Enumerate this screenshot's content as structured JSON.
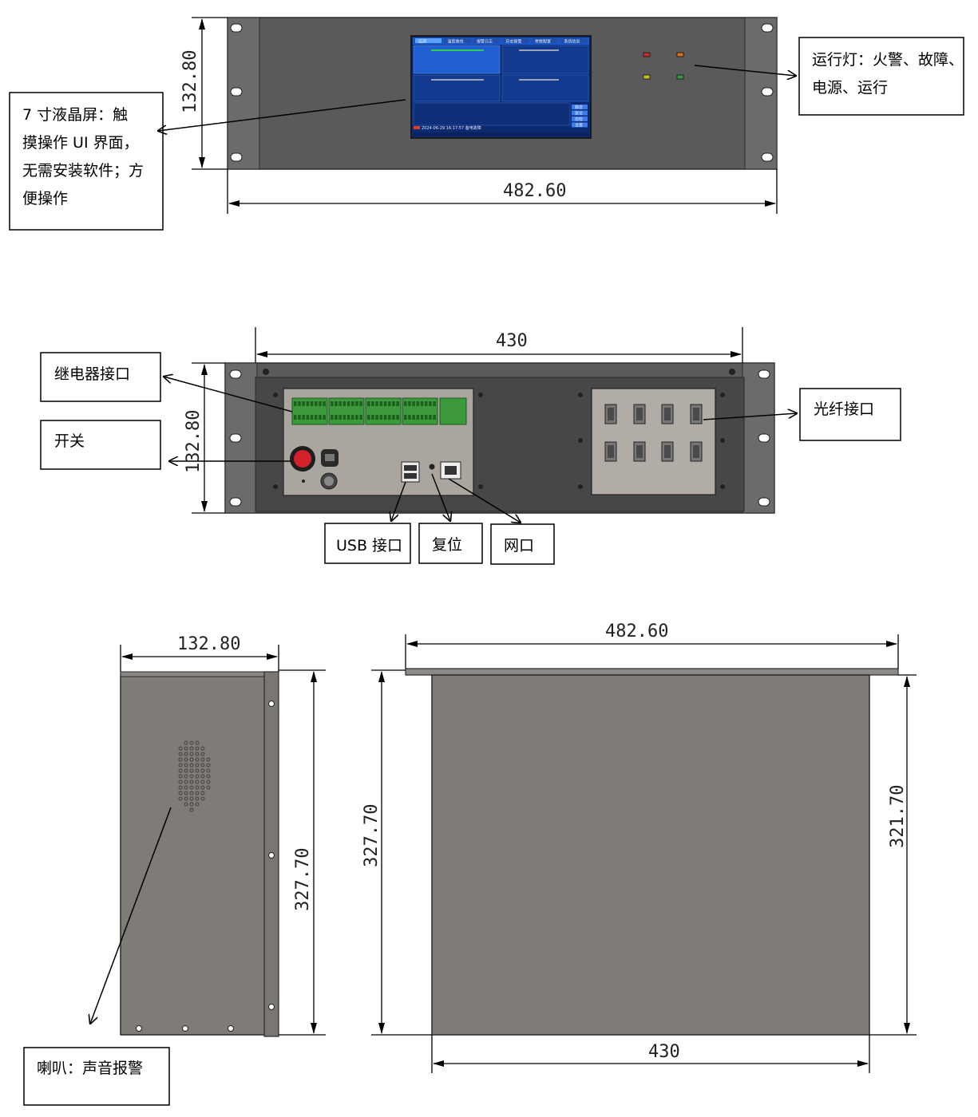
{
  "front": {
    "height_dim": "132.80",
    "width_dim": "482.60",
    "lcd_callout": [
      "7 寸液晶屏：触",
      "摸操作 UI 界面，",
      "无需安装软件；方",
      "便操作"
    ],
    "lights_callout": [
      "运行灯：火警、故障、",
      "电源、运行"
    ],
    "screen": {
      "tabs": [
        "监测",
        "温度曲线",
        "报警日志",
        "历史报警",
        "参数配置",
        "系统信息"
      ],
      "alarm_line": "2024-06-29 16:17:57 备电故障",
      "buttons": [
        "静音",
        "复位",
        "自检",
        "设置"
      ],
      "light_colors": [
        "#c0302a",
        "#d07020",
        "#c8c020",
        "#2f9a45"
      ]
    }
  },
  "rear": {
    "inner_width_dim": "430",
    "height_dim": "132.80",
    "callouts": {
      "relay": "继电器接口",
      "switch": "开关",
      "fiber": "光纤接口",
      "usb": "USB 接口",
      "reset": "复位",
      "network": "网口"
    }
  },
  "side": {
    "depth_dim": "132.80",
    "height_dim": "327.70",
    "speaker_callout": "喇叭：声音报警"
  },
  "top": {
    "width_dim": "482.60",
    "left_height_dim": "327.70",
    "right_height_dim": "321.70",
    "bottom_width_dim": "430"
  }
}
